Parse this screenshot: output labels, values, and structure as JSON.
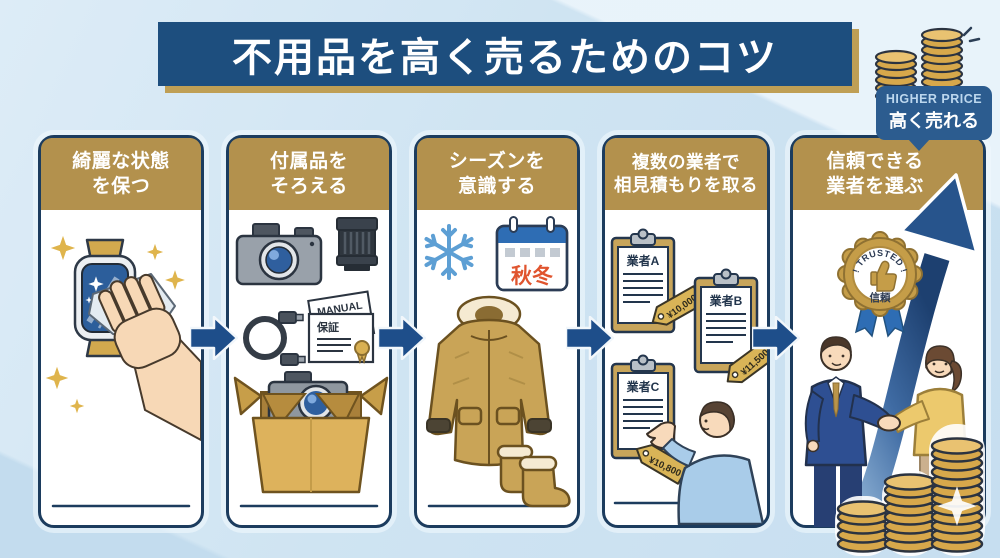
{
  "title": "不用品を高く売るためのコツ",
  "higher_price": {
    "en": "HIGHER PRICE",
    "ja": "高く売れる"
  },
  "cards": [
    {
      "id": "keep-clean",
      "title_line1": "綺麗な状態",
      "title_line2": "を保つ"
    },
    {
      "id": "accessories",
      "title_line1": "付属品を",
      "title_line2": "そろえる",
      "manual_label": "MANUAL",
      "warranty_label": "保証"
    },
    {
      "id": "season",
      "title_line1": "シーズンを",
      "title_line2": "意識する",
      "calendar_label": "秋冬"
    },
    {
      "id": "quotes",
      "title_line1": "複数の業者で",
      "title_line2": "相見積もりを取る",
      "vendors": [
        {
          "name": "業者A",
          "price": "¥10,000"
        },
        {
          "name": "業者B",
          "price": "¥11,500"
        },
        {
          "name": "業者C",
          "price": "¥10,800"
        }
      ]
    },
    {
      "id": "trusted-vendor",
      "title_line1": "信頼できる",
      "title_line2": "業者を選ぶ",
      "badge_text": "! TRUSTED !",
      "badge_label": "信頼"
    }
  ],
  "colors": {
    "background": "#cfe4f2",
    "card_border_navy": "#1c3c5e",
    "banner_blue": "#1d4e7e",
    "banner_shadow_gold": "#bf9f55",
    "header_gold": "#b3914d",
    "flow_arrow_blue": "#1e4e8a",
    "coin_gold": "#d7a84b",
    "label_blue": "#2c5c8f",
    "calendar_accent_red": "#e0542e",
    "ribbon_blue": "#2e6db4"
  }
}
